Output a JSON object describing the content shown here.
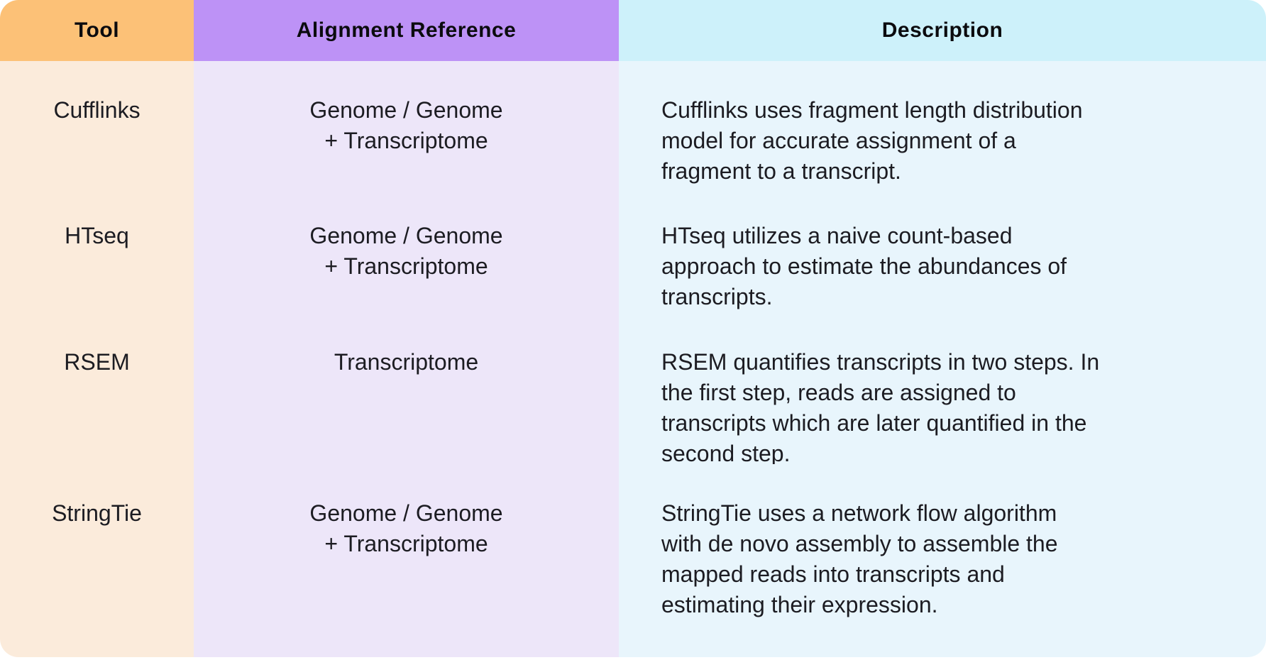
{
  "chart_data": {
    "type": "table",
    "columns": [
      "Tool",
      "Alignment Reference",
      "Description"
    ],
    "rows": [
      [
        "Cufflinks",
        "Genome / Genome + Transcriptome",
        "Cufflinks uses fragment length distribution model for accurate assignment of a fragment to a transcript."
      ],
      [
        "HTseq",
        "Genome / Genome + Transcriptome",
        "HTseq utilizes a naive count-based approach to estimate the abundances of transcripts."
      ],
      [
        "RSEM",
        "Transcriptome",
        "RSEM quantifies transcripts in two steps. In the first step, reads are assigned to transcripts which are later quantified in the second step."
      ],
      [
        "StringTie",
        "Genome / Genome + Transcriptome",
        "StringTie uses a network flow algorithm with de novo assembly to assemble the mapped reads into transcripts and estimating their expression."
      ]
    ]
  },
  "table": {
    "headers": {
      "tool": "Tool",
      "reference": "Alignment Reference",
      "description": "Description"
    },
    "rows": [
      {
        "tool": "Cufflinks",
        "reference_lines": [
          "Genome / Genome",
          "+ Transcriptome"
        ],
        "description_lines": [
          "Cufflinks uses fragment length distribution",
          "model for accurate assignment of a",
          "fragment to a transcript."
        ]
      },
      {
        "tool": "HTseq",
        "reference_lines": [
          "Genome / Genome",
          "+ Transcriptome"
        ],
        "description_lines": [
          "HTseq utilizes a naive count-based",
          "approach to estimate the abundances of",
          "transcripts."
        ]
      },
      {
        "tool": "RSEM",
        "reference_lines": [
          "Transcriptome"
        ],
        "description_lines": [
          "RSEM quantifies transcripts in two steps. In",
          "the first step, reads are assigned to",
          "transcripts which are later quantified in the",
          "second step."
        ]
      },
      {
        "tool": "StringTie",
        "reference_lines": [
          "Genome / Genome",
          "+ Transcriptome"
        ],
        "description_lines": [
          "StringTie uses a network flow algorithm",
          "with de novo assembly to assemble the",
          "mapped reads into transcripts and",
          "estimating their expression."
        ]
      }
    ]
  },
  "colors": {
    "header_tool_bg": "#FCC177",
    "header_reference_bg": "#BD92F6",
    "header_description_bg": "#CDF1FA",
    "body_tool_bg": "#FBEBDB",
    "body_reference_bg": "#EDE6F9",
    "body_description_bg": "#E8F5FC",
    "header_text": "#0B0B0E",
    "body_text": "#1C1C22"
  }
}
